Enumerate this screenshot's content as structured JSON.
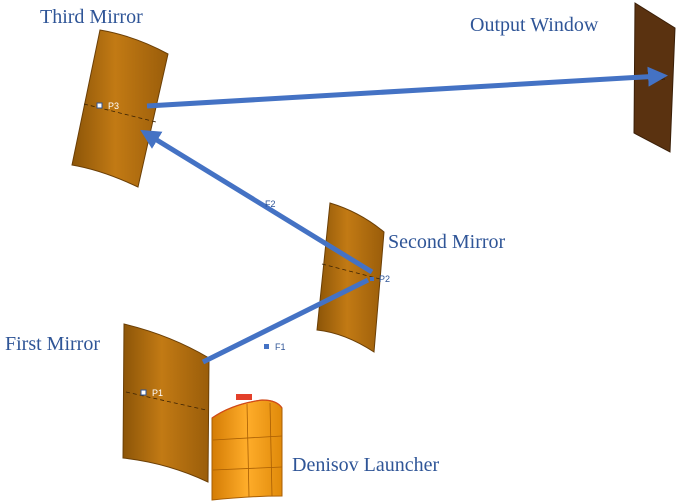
{
  "labels": {
    "third_mirror": "Third Mirror",
    "output_window": "Output Window",
    "second_mirror": "Second Mirror",
    "first_mirror": "First Mirror",
    "launcher": "Denisov Launcher"
  },
  "points": {
    "p1": "P1",
    "p2": "P2",
    "p3": "P3",
    "f1": "F1",
    "f2": "F2"
  },
  "colors": {
    "label": "#2f5597",
    "beam": "#4472c4",
    "mirror": "#b8710c",
    "mirror_shade": "#8a5208",
    "window": "#5a3210",
    "launcher": "#f29a12"
  }
}
